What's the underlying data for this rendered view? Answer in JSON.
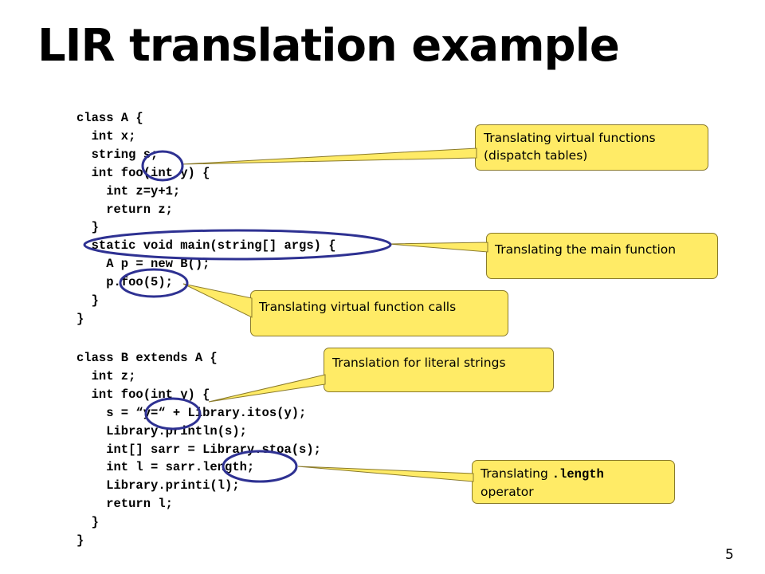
{
  "title": "LIR translation example",
  "code_a": "class A {\n  int x;\n  string s;\n  int foo(int y) {\n    int z=y+1;\n    return z;\n  }\n  static void main(string[] args) {\n    A p = new B();\n    p.foo(5);\n  }\n}",
  "code_b": "class B extends A {\n  int z;\n  int foo(int y) {\n    s = “y=“ + Library.itos(y);\n    Library.println(s);\n    int[] sarr = Library.stoa(s);\n    int l = sarr.length;\n    Library.printi(l);\n    return l;\n  }\n}",
  "callouts": {
    "virtual_functions": "Translating virtual functions (dispatch tables)",
    "main_function": "Translating the main function",
    "virtual_calls": "Translating virtual function calls",
    "literal_strings": "Translation for literal strings",
    "length_prefix": "Translating ",
    "length_code": ".length",
    "length_suffix": "operator"
  },
  "page_number": "5",
  "colors": {
    "callout_fill": "#ffeb66",
    "callout_border": "#8a7a2a",
    "highlight_ellipse": "#2e3192"
  }
}
